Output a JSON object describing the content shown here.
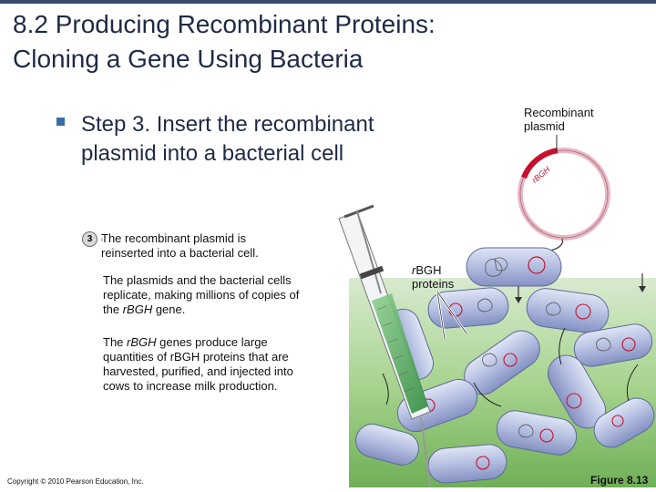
{
  "slide": {
    "title_line1": "8.2 Producing Recombinant Proteins:",
    "title_line2": "Cloning a Gene Using Bacteria",
    "bullet_line1": "Step 3. Insert the recombinant",
    "bullet_line2": "plasmid into a bacterial cell",
    "copyright": "Copyright © 2010 Pearson Education, Inc.",
    "figure": "Figure 8.13"
  },
  "diagram": {
    "step_number": "3",
    "caption1_line1": "The recombinant plasmid is",
    "caption1_line2": "reinserted into a bacterial cell.",
    "caption2_line1": "The plasmids and the bacterial cells",
    "caption2_line2": "replicate, making millions of copies of",
    "caption2_line3_pre": "the ",
    "caption2_line3_italic": "r",
    "caption2_line3_gene": "BGH",
    "caption2_line3_post": " gene.",
    "caption3_line1_pre": "The ",
    "caption3_line1_italic": "rBGH",
    "caption3_line1_post": " genes produce large",
    "caption3_line2": "quantities of rBGH proteins that are",
    "caption3_line3": "harvested, purified, and injected into",
    "caption3_line4": "cows to increase milk production.",
    "plasmid_label_line1": "Recombinant",
    "plasmid_label_line2": "plasmid",
    "plasmid_gene_label": "rBGH",
    "protein_label_italic": "r",
    "protein_label_rest": "BGH",
    "protein_label_line2": "proteins"
  },
  "colors": {
    "plasmid_ring": "#e9b8c4",
    "gene_segment": "#c8102e",
    "bacteria": "#aab6d9",
    "culture": "#7fbf6a",
    "syringe_fluid": "#4aa05a"
  }
}
